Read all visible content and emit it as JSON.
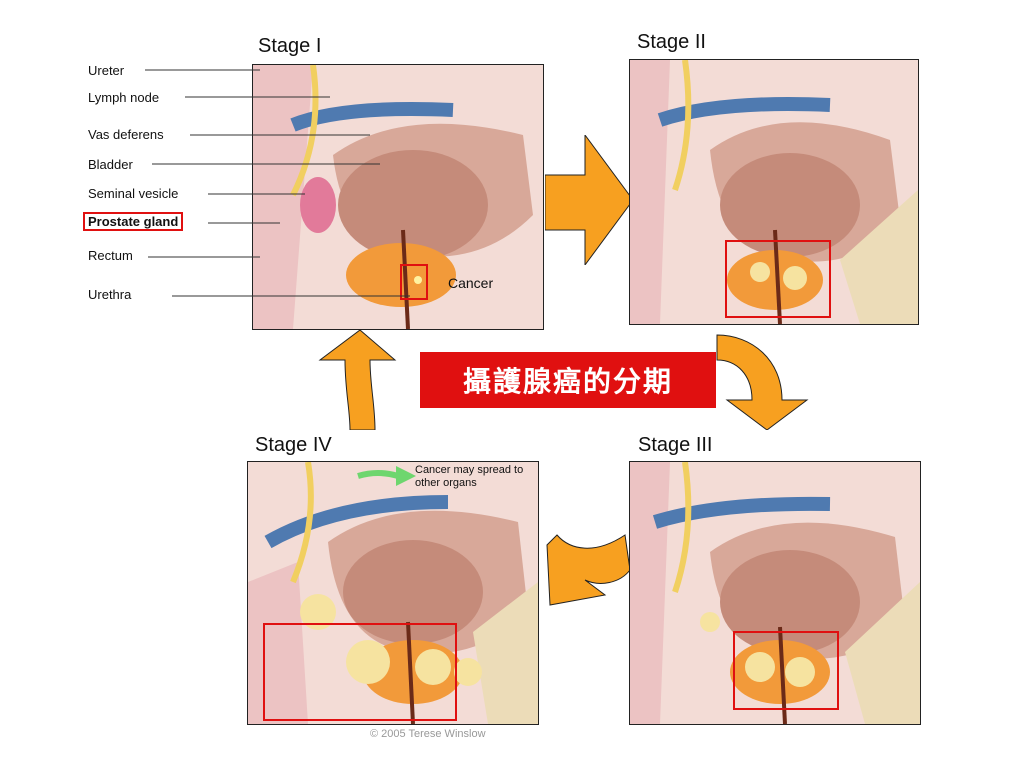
{
  "colors": {
    "accent": "#e01010",
    "arrow": "#f7a020",
    "prostate": "#f29a3a",
    "bladder": "#c58b7a"
  },
  "stages": [
    {
      "title": "Stage I"
    },
    {
      "title": "Stage II"
    },
    {
      "title": "Stage III"
    },
    {
      "title": "Stage IV"
    }
  ],
  "labels": {
    "ureter": "Ureter",
    "lymph_node": "Lymph node",
    "vas_deferens": "Vas deferens",
    "bladder": "Bladder",
    "seminal_vesicle": "Seminal vesicle",
    "prostate_gland": "Prostate gland",
    "rectum": "Rectum",
    "urethra": "Urethra",
    "cancer": "Cancer"
  },
  "spread_note": "Cancer may spread to other organs",
  "center_title": "攝護腺癌的分期",
  "copyright": "© 2005 Terese Winslow"
}
